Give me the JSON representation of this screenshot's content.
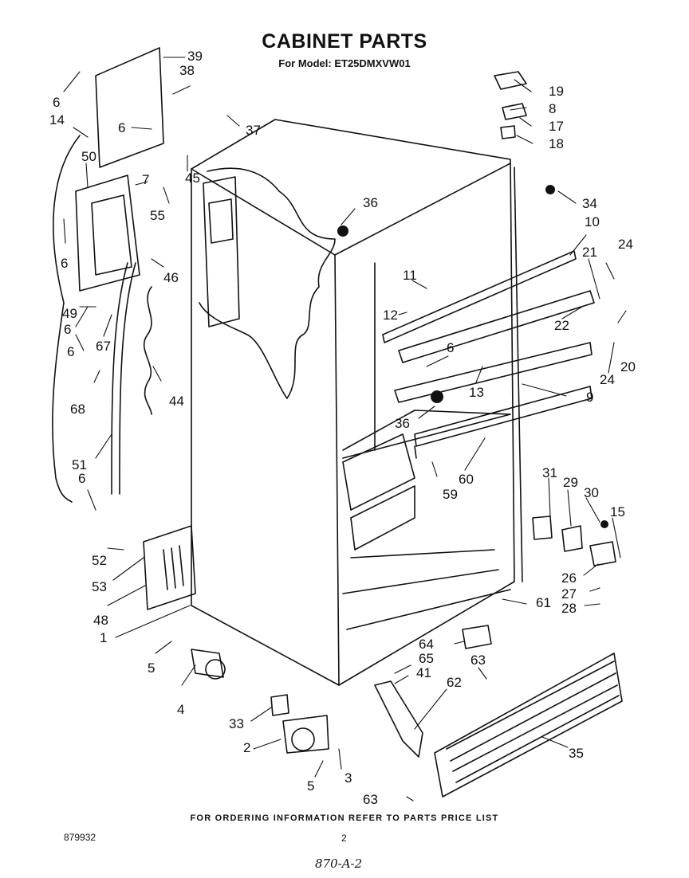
{
  "title": "CABINET PARTS",
  "subtitle": "For Model: ET25DMXVW01",
  "footer_note": "FOR ORDERING INFORMATION REFER TO PARTS PRICE LIST",
  "document_number": "879932",
  "page_number": "2",
  "handwritten_note": "870-A-2",
  "callouts": {
    "c39": "39",
    "c38": "38",
    "c6a": "6",
    "c14": "14",
    "c6b": "6",
    "c37": "37",
    "c50": "50",
    "c7": "7",
    "c45": "45",
    "c55": "55",
    "c6c": "6",
    "c46": "46",
    "c49": "49",
    "c6d": "6",
    "c67": "67",
    "c6e": "6",
    "c68": "68",
    "c44": "44",
    "c51": "51",
    "c6f": "6",
    "c52": "52",
    "c53": "53",
    "c48": "48",
    "c1": "1",
    "c5a": "5",
    "c4": "4",
    "c33": "33",
    "c2": "2",
    "c5b": "5",
    "c3": "3",
    "c19": "19",
    "c8": "8",
    "c17": "17",
    "c18": "18",
    "c36a": "36",
    "c34": "34",
    "c10": "10",
    "c24a": "24",
    "c21": "21",
    "c11": "11",
    "c12": "12",
    "c22": "22",
    "c6g": "6",
    "c20": "20",
    "c24b": "24",
    "c13": "13",
    "c9": "9",
    "c36b": "36",
    "c59": "59",
    "c60": "60",
    "c31": "31",
    "c29": "29",
    "c30": "30",
    "c15": "15",
    "c26": "26",
    "c27": "27",
    "c28": "28",
    "c61": "61",
    "c64": "64",
    "c65": "65",
    "c63a": "63",
    "c41": "41",
    "c62": "62",
    "c35": "35",
    "c63b": "63"
  }
}
